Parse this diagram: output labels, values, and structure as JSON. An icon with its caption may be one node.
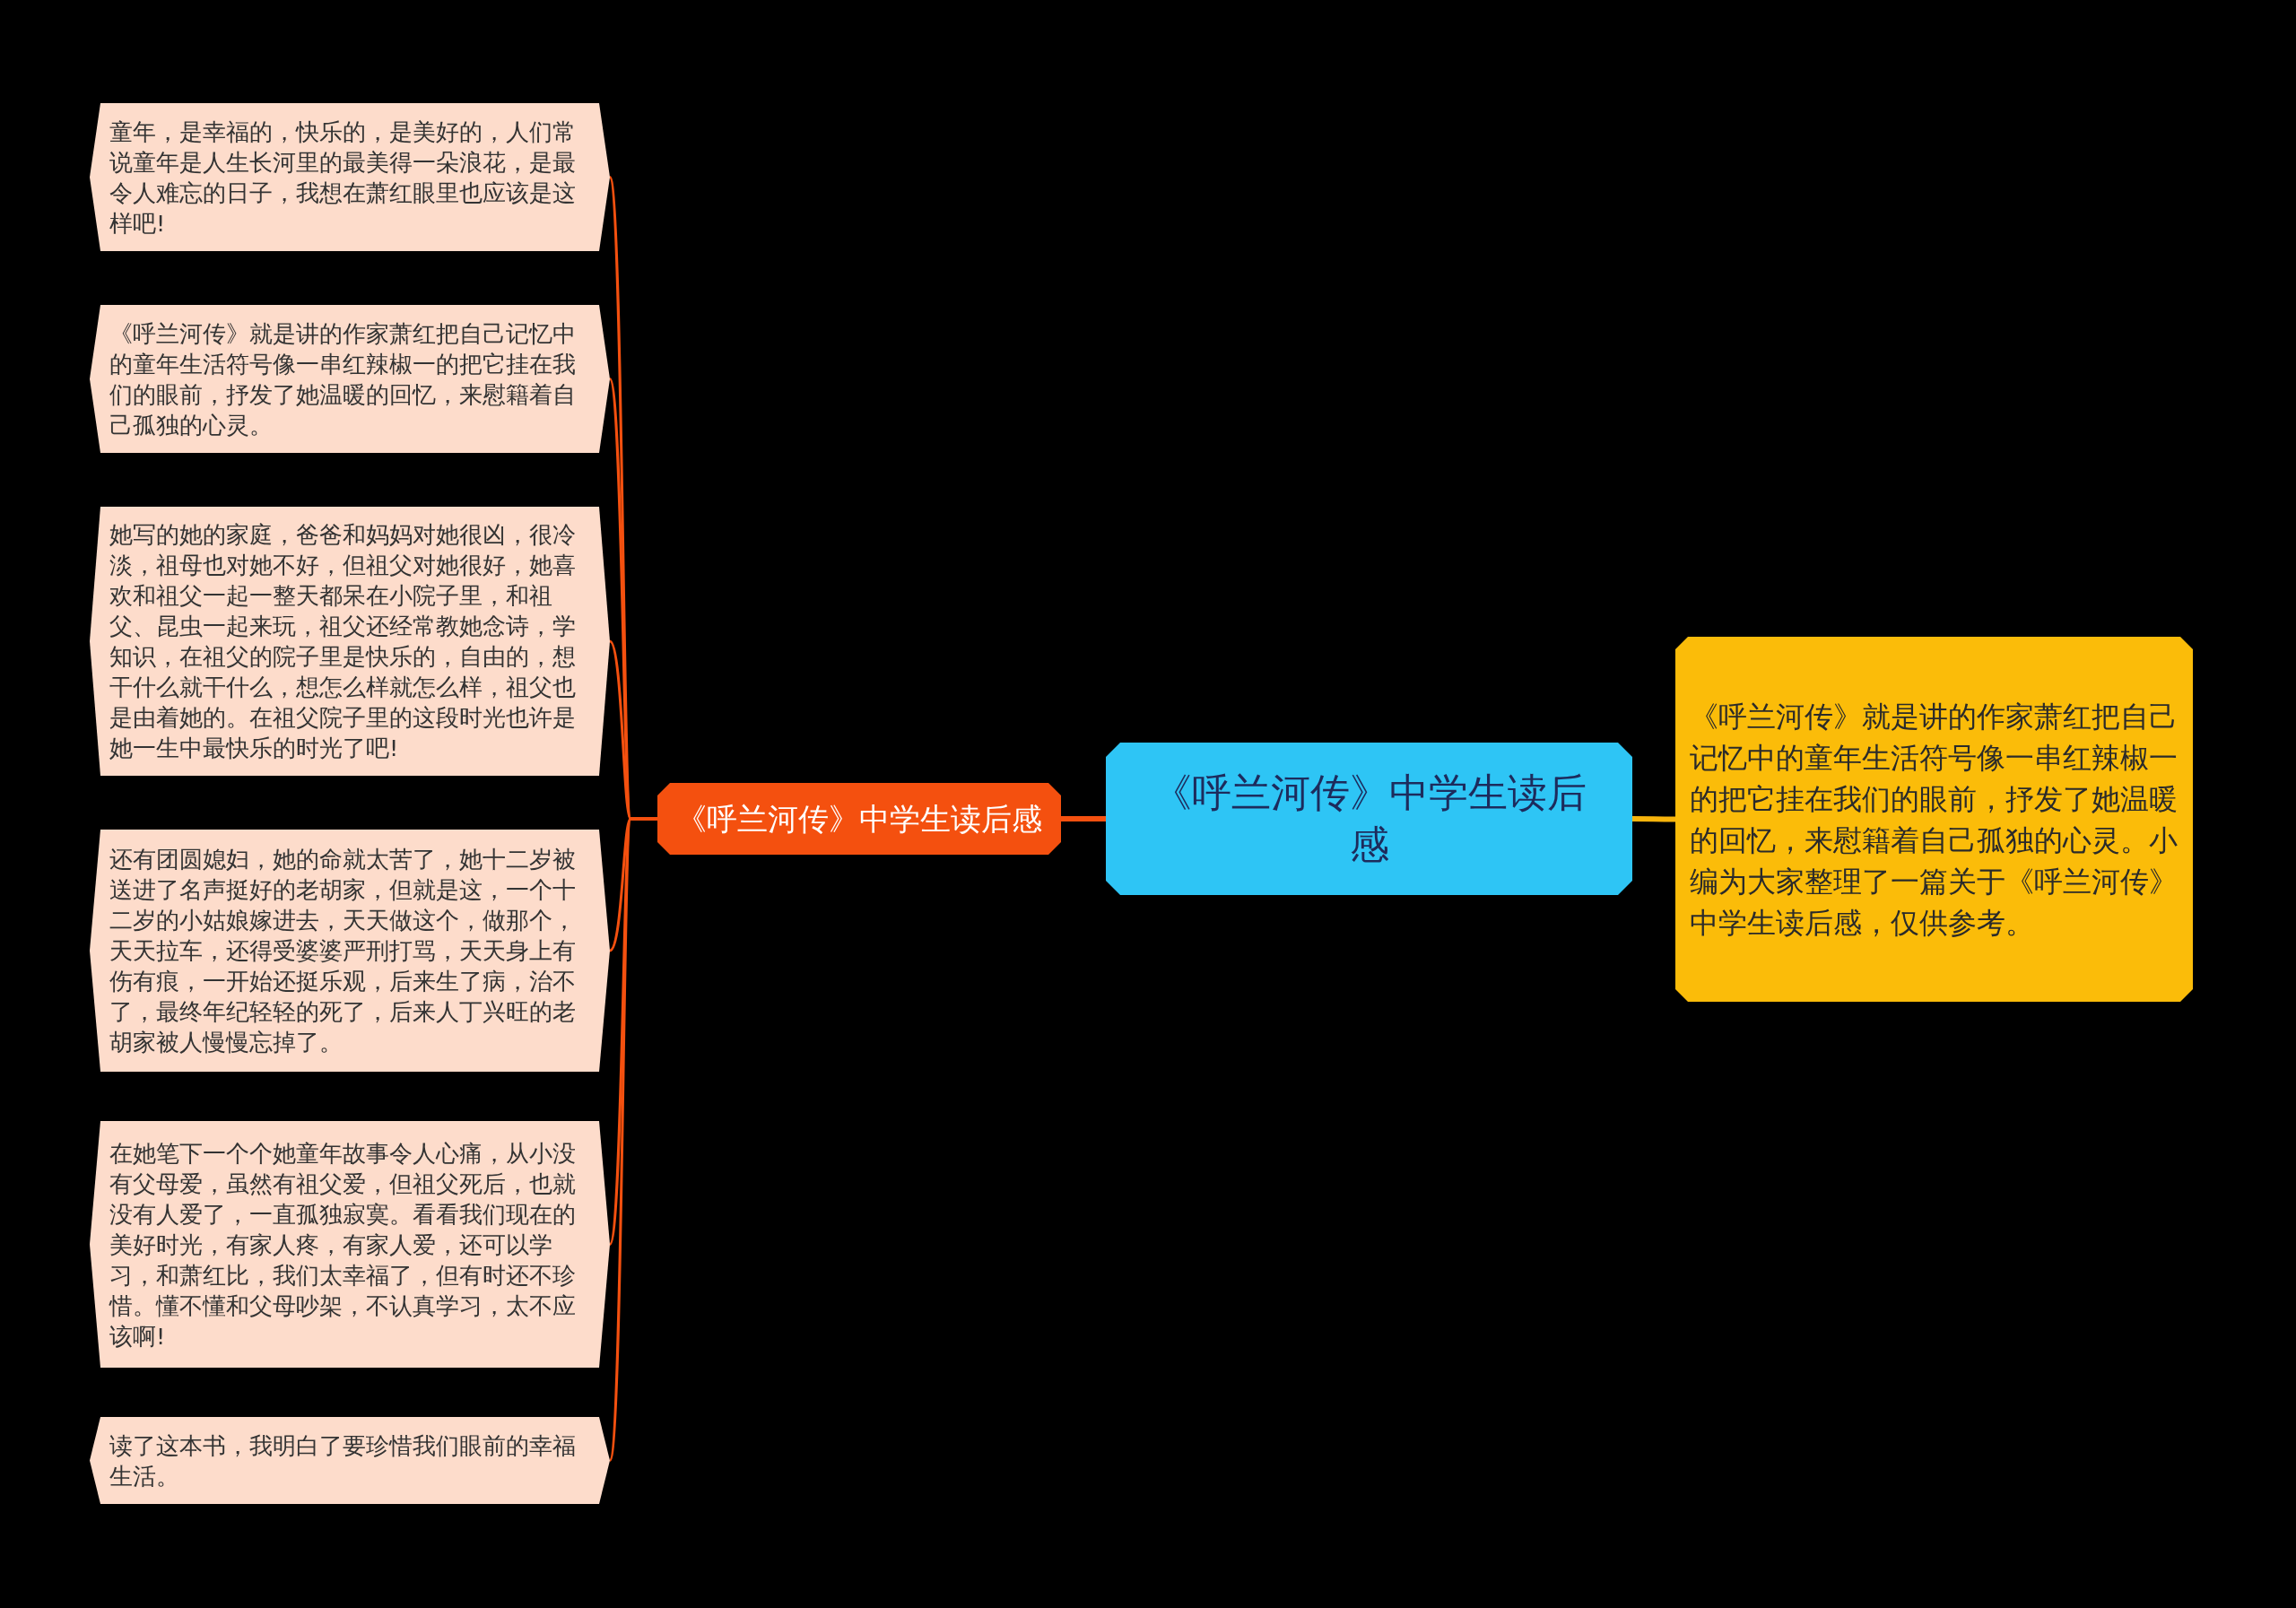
{
  "diagram": {
    "nodes": [
      {
        "text": [
          "《呼兰河传》中学生读后感"
        ]
      },
      {
        "text": [
          "《呼兰河传》就是讲的作家萧红把自己记忆中的童年生活符号像一串红辣椒一的把它挂在我们的眼前，抒发了她温暖的回忆，来慰籍着自己孤独的心灵。小编为大家整理了一篇关于《呼兰河传》中学生读后感，仅供参考。"
        ]
      },
      {
        "text": [
          "《呼兰河传》中学生读后感"
        ]
      },
      {
        "text": [
          "童年，是幸福的，快乐的，是美好的，人们常说童年是人生长河里的最美得一朵浪花，是最令人难忘的日子，我想在萧红眼里也应该是这样吧!"
        ]
      },
      {
        "text": [
          "《呼兰河传》就是讲的作家萧红把自己记忆中的童年生活符号像一串红辣椒一的把它挂在我们的眼前，抒发了她温暖的回忆，来慰籍着自己孤独的心灵。"
        ]
      },
      {
        "text": [
          "她写的她的家庭，爸爸和妈妈对她很凶，很冷淡，祖母也对她不好，但祖父对她很好，她喜欢和祖父一起一整天都呆在小院子里，和祖父、昆虫一起来玩，祖父还经常教她念诗，学知识，在祖父的院子里是快乐的，自由的，想干什么就干什么，想怎么样就怎么样，祖父也是由着她的。在祖父院子里的这段时光也许是她一生中最快乐的时光了吧!"
        ]
      },
      {
        "text": [
          "还有团圆媳妇，她的命就太苦了，她十二岁被送进了名声挺好的老胡家，但就是这，一个十二岁的小姑娘嫁进去，天天做这个，做那个，天天拉车，还得受婆婆严刑打骂，天天身上有伤有痕，一开始还挺乐观，后来生了病，治不了，最终年纪轻轻的死了，后来人丁兴旺的老胡家被人慢慢忘掉了。"
        ]
      },
      {
        "text": [
          "在她笔下一个个她童年故事令人心痛，从小没有父母爱，虽然有祖父爱，但祖父死后，也就没有人爱了，一直孤独寂寞。看看我们现在的美好时光，有家人疼，有家人爱，还可以学习，和萧红比，我们太幸福了，但有时还不珍惜。懂不懂和父母吵架，不认真学习，太不应该啊!"
        ]
      },
      {
        "text": [
          "读了这本书，我明白了要珍惜我们眼前的幸福生活。"
        ]
      }
    ],
    "edges": [
      {
        "from": 0,
        "to": 1,
        "arrow": "none",
        "color": "#f7b40c"
      },
      {
        "from": 0,
        "to": 2,
        "arrow": "none"
      },
      {
        "from": 2,
        "to": 3,
        "arrow": "none"
      },
      {
        "from": 2,
        "to": 4,
        "arrow": "none"
      },
      {
        "from": 2,
        "to": 5,
        "arrow": "none"
      },
      {
        "from": 2,
        "to": 6,
        "arrow": "none"
      },
      {
        "from": 2,
        "to": 7,
        "arrow": "none"
      },
      {
        "from": 2,
        "to": 8,
        "arrow": "none"
      }
    ]
  }
}
